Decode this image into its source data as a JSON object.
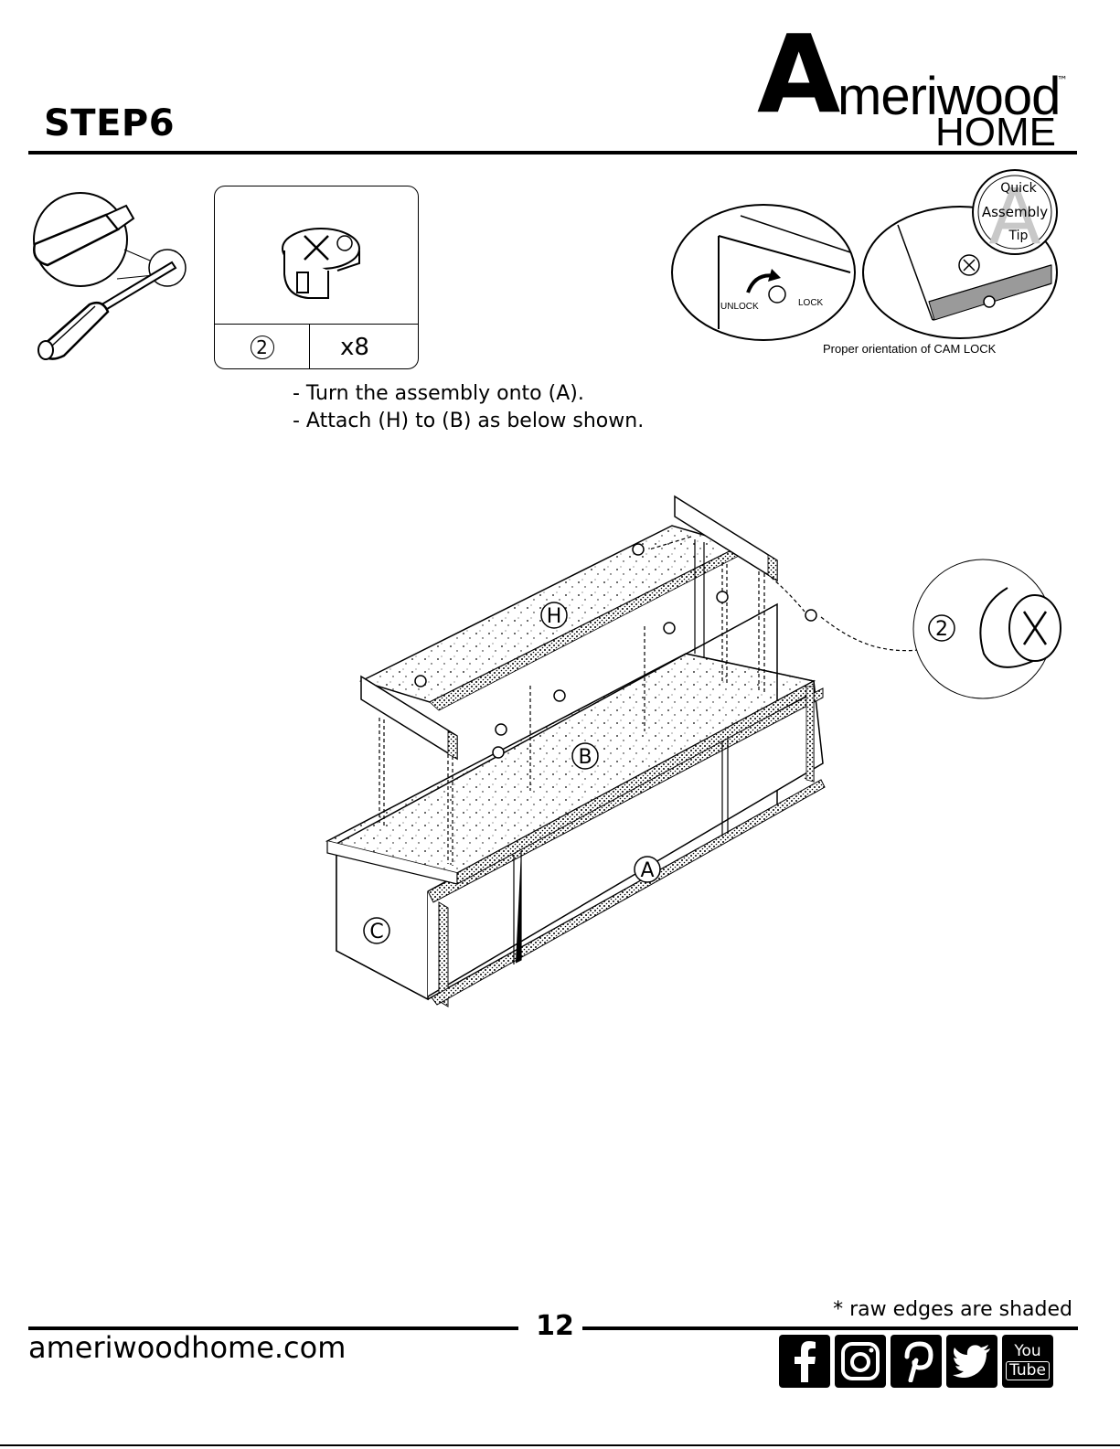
{
  "header": {
    "step_title": "STEP6",
    "brand_letter": "A",
    "brand_word": "meriwood",
    "brand_home": "HOME",
    "brand_tm": "™"
  },
  "hardware": {
    "part_id": "2",
    "quantity": "x8"
  },
  "tool": {
    "icon": "screwdriver-icon"
  },
  "instructions": [
    "- Turn the assembly onto (A).",
    "- Attach (H) to (B) as below shown."
  ],
  "tip": {
    "badge_lines": [
      "Quick",
      "Assembly",
      "Tip"
    ],
    "badge_letter": "A",
    "unlock_label": "UNLOCK",
    "lock_label": "LOCK",
    "caption": "Proper orientation of CAM LOCK"
  },
  "diagram": {
    "part_labels": {
      "H": "H",
      "B": "B",
      "A": "A",
      "C": "C"
    },
    "callout_part": "2"
  },
  "footer": {
    "page_number": "12",
    "footnote": "* raw edges are shaded",
    "website": "ameriwoodhome.com",
    "social_icons": [
      "facebook-icon",
      "instagram-icon",
      "pinterest-icon",
      "twitter-icon",
      "youtube-icon"
    ],
    "youtube_you": "You",
    "youtube_tube": "Tube"
  }
}
